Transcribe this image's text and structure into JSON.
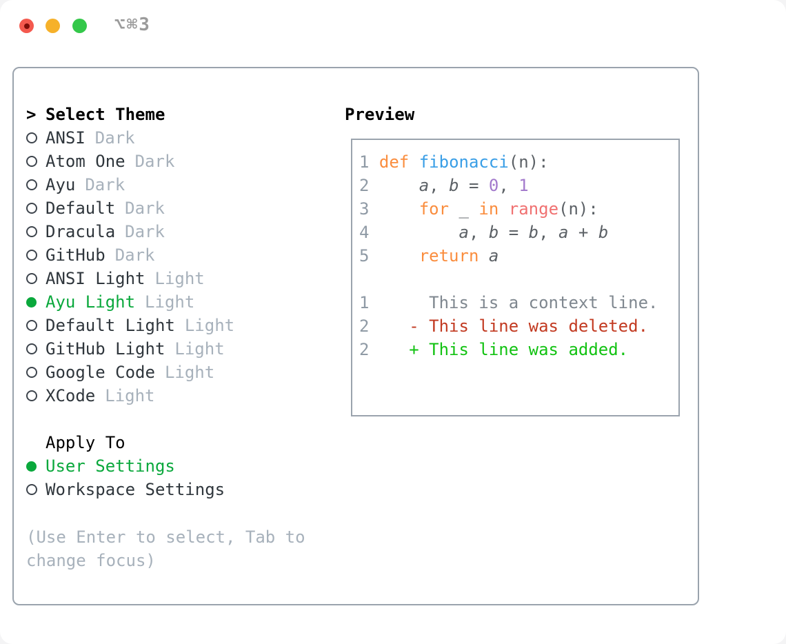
{
  "titlebar": {
    "title": "⌥⌘3",
    "buttons": [
      "close-button",
      "minimize-button",
      "zoom-button"
    ]
  },
  "theme_panel": {
    "header": {
      "marker": ">",
      "label": "Select Theme"
    },
    "themes": [
      {
        "name": "ANSI",
        "tag": "Dark",
        "selected": false
      },
      {
        "name": "Atom One",
        "tag": "Dark",
        "selected": false
      },
      {
        "name": "Ayu",
        "tag": "Dark",
        "selected": false
      },
      {
        "name": "Default",
        "tag": "Dark",
        "selected": false
      },
      {
        "name": "Dracula",
        "tag": "Dark",
        "selected": false
      },
      {
        "name": "GitHub",
        "tag": "Dark",
        "selected": false
      },
      {
        "name": "ANSI Light",
        "tag": "Light",
        "selected": false
      },
      {
        "name": "Ayu Light",
        "tag": "Light",
        "selected": true
      },
      {
        "name": "Default Light",
        "tag": "Light",
        "selected": false
      },
      {
        "name": "GitHub Light",
        "tag": "Light",
        "selected": false
      },
      {
        "name": "Google Code",
        "tag": "Light",
        "selected": false
      },
      {
        "name": "XCode",
        "tag": "Light",
        "selected": false
      }
    ],
    "apply_to": {
      "label": "Apply To",
      "options": [
        {
          "name": "User Settings",
          "selected": true
        },
        {
          "name": "Workspace Settings",
          "selected": false
        }
      ]
    },
    "hint": "(Use Enter to select, Tab to change focus)"
  },
  "preview": {
    "label": "Preview",
    "code_lines": [
      {
        "num": "1",
        "segments": [
          {
            "t": " ",
            "c": "pl"
          },
          {
            "t": "def",
            "c": "kw"
          },
          {
            "t": " ",
            "c": "pl"
          },
          {
            "t": "fibonacci",
            "c": "fn"
          },
          {
            "t": "(n):",
            "c": "pl"
          }
        ]
      },
      {
        "num": "2",
        "segments": [
          {
            "t": "     ",
            "c": "pl"
          },
          {
            "t": "a",
            "c": "vr"
          },
          {
            "t": ", ",
            "c": "pl"
          },
          {
            "t": "b",
            "c": "vr"
          },
          {
            "t": " = ",
            "c": "pl"
          },
          {
            "t": "0",
            "c": "nm"
          },
          {
            "t": ", ",
            "c": "pl"
          },
          {
            "t": "1",
            "c": "nm"
          }
        ]
      },
      {
        "num": "3",
        "segments": [
          {
            "t": "     ",
            "c": "pl"
          },
          {
            "t": "for",
            "c": "kw"
          },
          {
            "t": " _ ",
            "c": "pl"
          },
          {
            "t": "in",
            "c": "kw"
          },
          {
            "t": " ",
            "c": "pl"
          },
          {
            "t": "range",
            "c": "sp"
          },
          {
            "t": "(n):",
            "c": "pl"
          }
        ]
      },
      {
        "num": "4",
        "segments": [
          {
            "t": "         ",
            "c": "pl"
          },
          {
            "t": "a",
            "c": "vr"
          },
          {
            "t": ", ",
            "c": "pl"
          },
          {
            "t": "b",
            "c": "vr"
          },
          {
            "t": " = ",
            "c": "pl"
          },
          {
            "t": "b",
            "c": "vr"
          },
          {
            "t": ", ",
            "c": "pl"
          },
          {
            "t": "a",
            "c": "vr"
          },
          {
            "t": " + ",
            "c": "pl"
          },
          {
            "t": "b",
            "c": "vr"
          }
        ]
      },
      {
        "num": "5",
        "segments": [
          {
            "t": "     ",
            "c": "pl"
          },
          {
            "t": "return",
            "c": "kw"
          },
          {
            "t": " ",
            "c": "pl"
          },
          {
            "t": "a",
            "c": "vr"
          }
        ]
      },
      {
        "num": "",
        "segments": []
      },
      {
        "num": "1",
        "segments": [
          {
            "t": "      This is a context line.",
            "c": "ctx"
          }
        ]
      },
      {
        "num": "2",
        "segments": [
          {
            "t": "    - This line was deleted.",
            "c": "del"
          }
        ]
      },
      {
        "num": "2",
        "segments": [
          {
            "t": "    + This line was added.",
            "c": "add"
          }
        ]
      }
    ]
  },
  "colors": {
    "accent": "#0aa83c",
    "text": "#2f363c",
    "tag": "#a7b1bb",
    "hint": "#a7b1bb",
    "border": "#9aa3ad",
    "radio": "#3d444c",
    "title": "#9b9b9b",
    "tl_red": "#f4594e",
    "tl_red_dot": "#7e0d08",
    "tl_yellow": "#f6b12a",
    "tl_green": "#34c84a",
    "kw": "#fa8d3e",
    "fn": "#399ee6",
    "nm": "#a37acc",
    "sp": "#f07171",
    "pl": "#5c6166",
    "ln": "#8f9aa5",
    "ctx": "#7f878f",
    "del": "#c23a21",
    "add": "#12c212"
  }
}
